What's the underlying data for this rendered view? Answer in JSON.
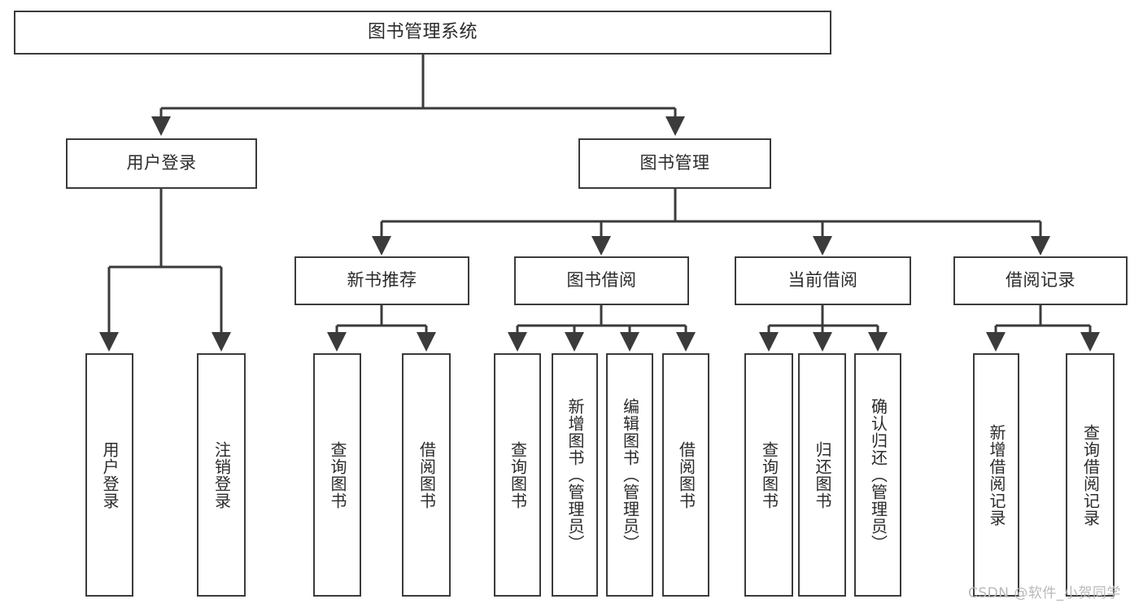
{
  "diagram": {
    "title": "图书管理系统",
    "type": "hierarchy-tree",
    "watermark": "CSDN @软件_小贺同学",
    "colors": {
      "stroke": "#3b3b3b",
      "fill": "#ffffff",
      "text": "#2b2b2b",
      "watermark": "#b9b9b9"
    },
    "nodes": {
      "root": "图书管理系统",
      "level2": [
        "用户登录",
        "图书管理"
      ],
      "level3": [
        "新书推荐",
        "图书借阅",
        "当前借阅",
        "借阅记录"
      ],
      "leaves": {
        "user_login": [
          "用户登录",
          "注销登录"
        ],
        "new_book_recommend": [
          "查询图书",
          "借阅图书"
        ],
        "book_borrow": [
          "查询图书",
          "新增图书（管理员）",
          "编辑图书（管理员）",
          "借阅图书"
        ],
        "current_borrow": [
          "查询图书",
          "归还图书",
          "确认归还（管理员）"
        ],
        "borrow_record": [
          "新增借阅记录",
          "查询借阅记录"
        ]
      }
    }
  }
}
